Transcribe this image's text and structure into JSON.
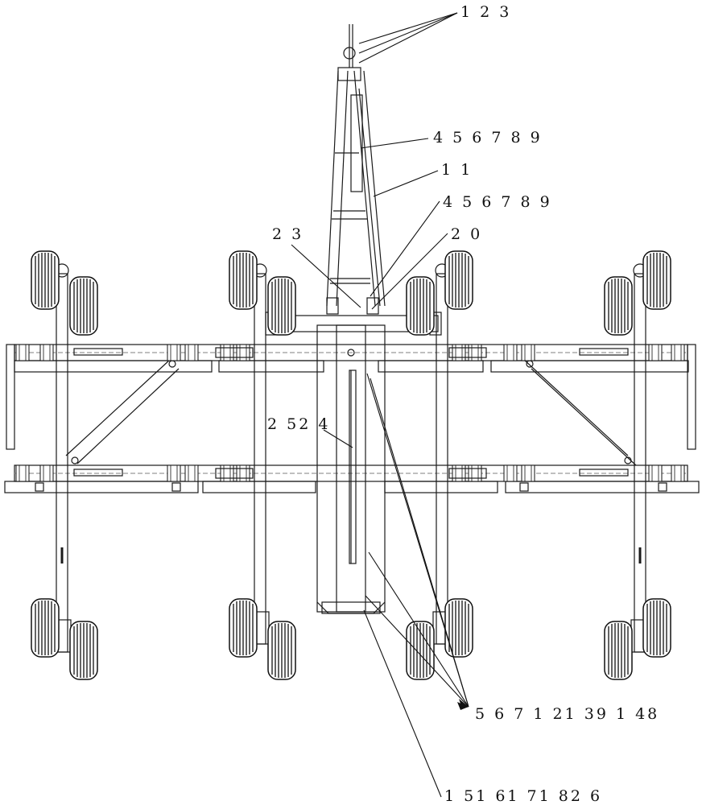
{
  "labels": {
    "l_123": "1 2 3",
    "l_456789_a": "4 5 6 7 8 9",
    "l_11": "1 1",
    "l_456789_b": "4 5 6 7 8 9",
    "l_23": "2 3",
    "l_20": "2 0",
    "l_2524": "2 52 4",
    "l_bottom_right": "5 6 7 1 21 39 1 48",
    "l_bottom": "1 51 61 71 82 6"
  },
  "colors": {
    "line": "#1a1a1a",
    "hatch": "#888888",
    "tire": "#222222"
  }
}
